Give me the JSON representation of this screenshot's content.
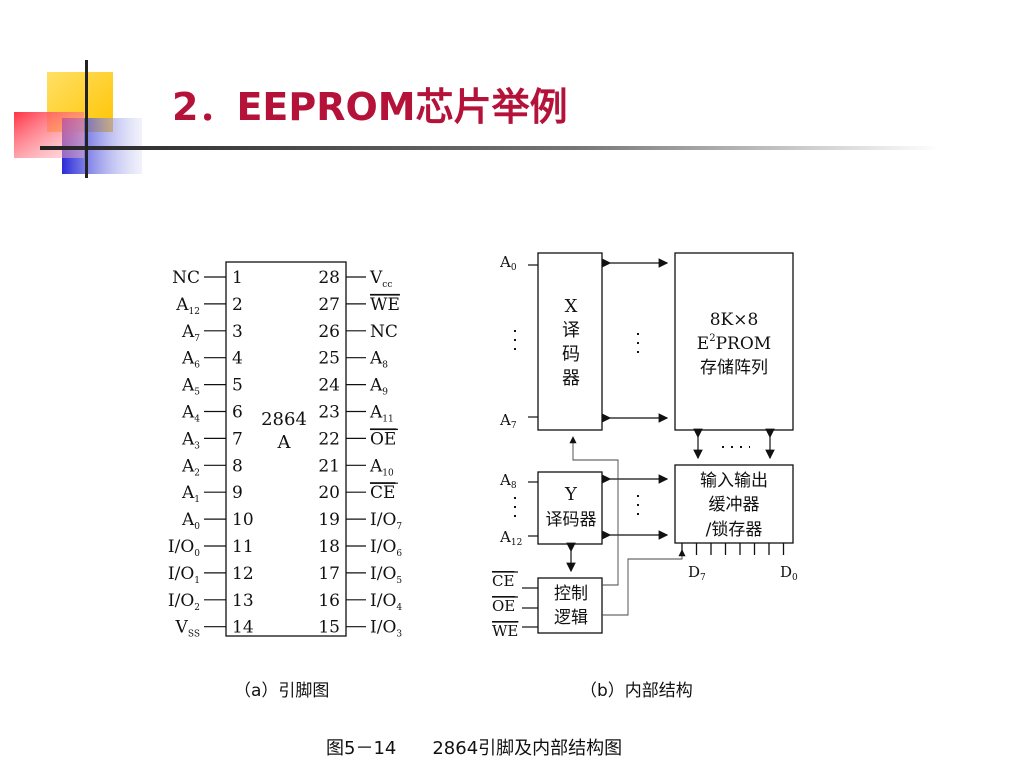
{
  "slide": {
    "title": "2．EEPROM芯片举例",
    "caption_a": "（a）引脚图",
    "caption_b": "（b）内部结构",
    "figure_caption": "图5－14　　2864引脚及内部结构图"
  },
  "chip": {
    "label_line1": "2864",
    "label_line2": "A",
    "left_pins": [
      {
        "num": "1",
        "name": "NC",
        "sub": "",
        "over": false
      },
      {
        "num": "2",
        "name": "A",
        "sub": "12",
        "over": false
      },
      {
        "num": "3",
        "name": "A",
        "sub": "7",
        "over": false
      },
      {
        "num": "4",
        "name": "A",
        "sub": "6",
        "over": false
      },
      {
        "num": "5",
        "name": "A",
        "sub": "5",
        "over": false
      },
      {
        "num": "6",
        "name": "A",
        "sub": "4",
        "over": false
      },
      {
        "num": "7",
        "name": "A",
        "sub": "3",
        "over": false
      },
      {
        "num": "8",
        "name": "A",
        "sub": "2",
        "over": false
      },
      {
        "num": "9",
        "name": "A",
        "sub": "1",
        "over": false
      },
      {
        "num": "10",
        "name": "A",
        "sub": "0",
        "over": false
      },
      {
        "num": "11",
        "name": "I/O",
        "sub": "0",
        "over": false
      },
      {
        "num": "12",
        "name": "I/O",
        "sub": "1",
        "over": false
      },
      {
        "num": "13",
        "name": "I/O",
        "sub": "2",
        "over": false
      },
      {
        "num": "14",
        "name": "V",
        "sub": "SS",
        "over": false
      }
    ],
    "right_pins": [
      {
        "num": "28",
        "name": "V",
        "sub": "cc",
        "over": false
      },
      {
        "num": "27",
        "name": "WE",
        "sub": "",
        "over": true
      },
      {
        "num": "26",
        "name": "NC",
        "sub": "",
        "over": false
      },
      {
        "num": "25",
        "name": "A",
        "sub": "8",
        "over": false
      },
      {
        "num": "24",
        "name": "A",
        "sub": "9",
        "over": false
      },
      {
        "num": "23",
        "name": "A",
        "sub": "11",
        "over": false
      },
      {
        "num": "22",
        "name": "OE",
        "sub": "",
        "over": true
      },
      {
        "num": "21",
        "name": "A",
        "sub": "10",
        "over": false
      },
      {
        "num": "20",
        "name": "CE",
        "sub": "",
        "over": true
      },
      {
        "num": "19",
        "name": "I/O",
        "sub": "7",
        "over": false
      },
      {
        "num": "18",
        "name": "I/O",
        "sub": "6",
        "over": false
      },
      {
        "num": "17",
        "name": "I/O",
        "sub": "5",
        "over": false
      },
      {
        "num": "16",
        "name": "I/O",
        "sub": "4",
        "over": false
      },
      {
        "num": "15",
        "name": "I/O",
        "sub": "3",
        "over": false
      }
    ]
  },
  "internal": {
    "x_decoder": [
      "X",
      "译",
      "码",
      "器"
    ],
    "y_decoder": [
      "Y",
      "译码器"
    ],
    "array": {
      "line1": "8K×8",
      "line2_main": "E",
      "line2_sup": "2",
      "line2_rest": "PROM",
      "line3": "存储阵列"
    },
    "buffer": [
      "输入输出",
      "缓冲器",
      "/锁存器"
    ],
    "control": [
      "控制",
      "逻辑"
    ],
    "labels": {
      "a0": {
        "name": "A",
        "sub": "0"
      },
      "a7": {
        "name": "A",
        "sub": "7"
      },
      "a8": {
        "name": "A",
        "sub": "8"
      },
      "a12": {
        "name": "A",
        "sub": "12"
      },
      "d7": {
        "name": "D",
        "sub": "7"
      },
      "d0": {
        "name": "D",
        "sub": "0"
      },
      "ce": "CE",
      "oe": "OE",
      "we": "WE"
    }
  },
  "colors": {
    "title": "#b5123a",
    "deco_yellow": "#ffd21f",
    "deco_blue": "#3a3ad0",
    "deco_red": "#ff4a5a"
  }
}
